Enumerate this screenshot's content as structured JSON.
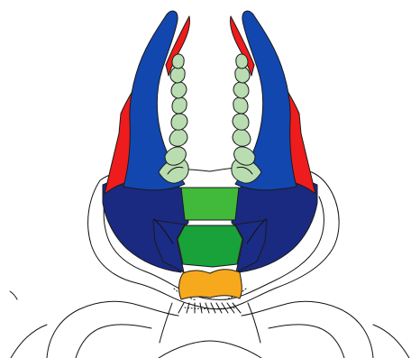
{
  "figure": {
    "background": "#ffffff"
  },
  "colors": {
    "mandible": "#1247b0",
    "red_part": "#ee1c1c",
    "dark_blue_plate": "#1a2a80",
    "antenna": "#b9ddb1",
    "light_green": "#41b93a",
    "mid_green": "#19a13a",
    "orange_part": "#f6a91c",
    "outline": "#111111"
  },
  "parts": [
    {
      "name": "left-mandible",
      "color_key": "mandible"
    },
    {
      "name": "right-mandible",
      "color_key": "mandible"
    },
    {
      "name": "left-red-part",
      "color_key": "red_part"
    },
    {
      "name": "right-red-part",
      "color_key": "red_part"
    },
    {
      "name": "left-dark-blue-plate",
      "color_key": "dark_blue_plate"
    },
    {
      "name": "right-dark-blue-plate",
      "color_key": "dark_blue_plate"
    },
    {
      "name": "left-antenna",
      "color_key": "antenna"
    },
    {
      "name": "right-antenna",
      "color_key": "antenna"
    },
    {
      "name": "upper-green-plate",
      "color_key": "light_green"
    },
    {
      "name": "lower-green-plate",
      "color_key": "mid_green"
    },
    {
      "name": "orange-plate",
      "color_key": "orange_part"
    }
  ]
}
